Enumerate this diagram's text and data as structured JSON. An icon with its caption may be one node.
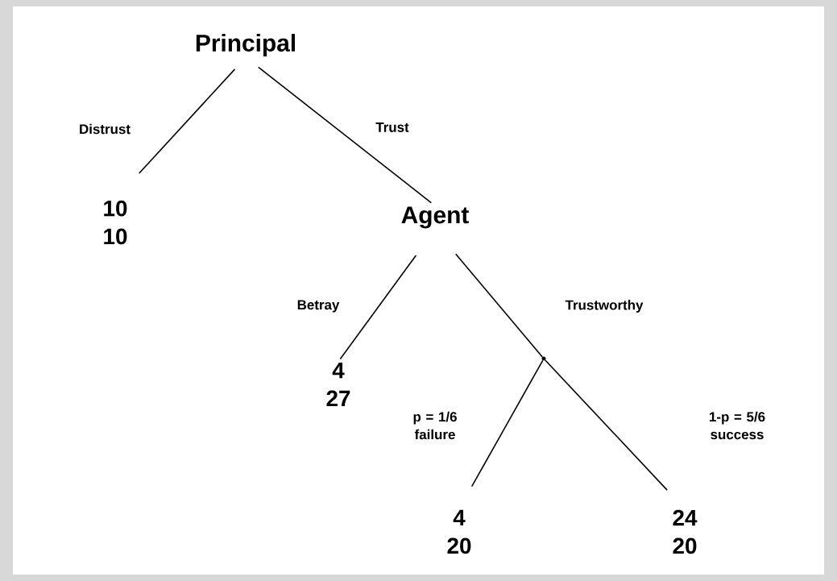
{
  "diagram": {
    "nodes": [
      {
        "text": [
          "Principal"
        ]
      },
      {
        "text": [
          "10",
          "10"
        ]
      },
      {
        "text": [
          "Agent"
        ]
      },
      {
        "text": [
          "4",
          "27"
        ]
      },
      {
        "text": [],
        "shape": "point"
      },
      {
        "text": [
          "4",
          "20"
        ]
      },
      {
        "text": [
          "24",
          "20"
        ]
      }
    ],
    "edges": [
      {
        "from": 0,
        "to": 1,
        "arrow": "none",
        "label": "Distrust"
      },
      {
        "from": 0,
        "to": 2,
        "arrow": "none",
        "label": "Trust"
      },
      {
        "from": 2,
        "to": 3,
        "arrow": "none",
        "label": "Betray"
      },
      {
        "from": 2,
        "to": 4,
        "arrow": "none",
        "label": "Trustworthy"
      },
      {
        "from": 4,
        "to": 5,
        "arrow": "none",
        "label": "p = 1/6 failure"
      },
      {
        "from": 4,
        "to": 6,
        "arrow": "none",
        "label": "1-p = 5/6 success"
      }
    ]
  }
}
